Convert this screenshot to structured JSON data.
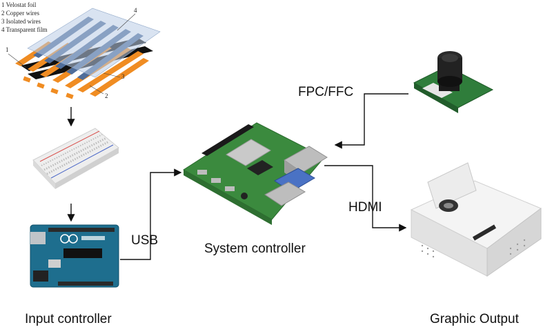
{
  "legend": {
    "items": [
      "1 Velostat foil",
      "2 Copper wires",
      "3 Isolated wires",
      "4 Transparent film"
    ]
  },
  "callouts": {
    "n1": "1",
    "n2": "2",
    "n3": "3",
    "n4": "4"
  },
  "connections": {
    "fpc": "FPC/FFC",
    "usb": "USB",
    "hdmi": "HDMI"
  },
  "captions": {
    "input": "Input controller",
    "system": "System controller",
    "output": "Graphic Output"
  },
  "colors": {
    "orange": "#F08C22",
    "blue_strip": "#4F6D9A",
    "film": "#B9CCE6",
    "arduino_blue": "#1E6E8E",
    "pi_green": "#3B8A3E",
    "camera_green": "#2F7D3B"
  }
}
